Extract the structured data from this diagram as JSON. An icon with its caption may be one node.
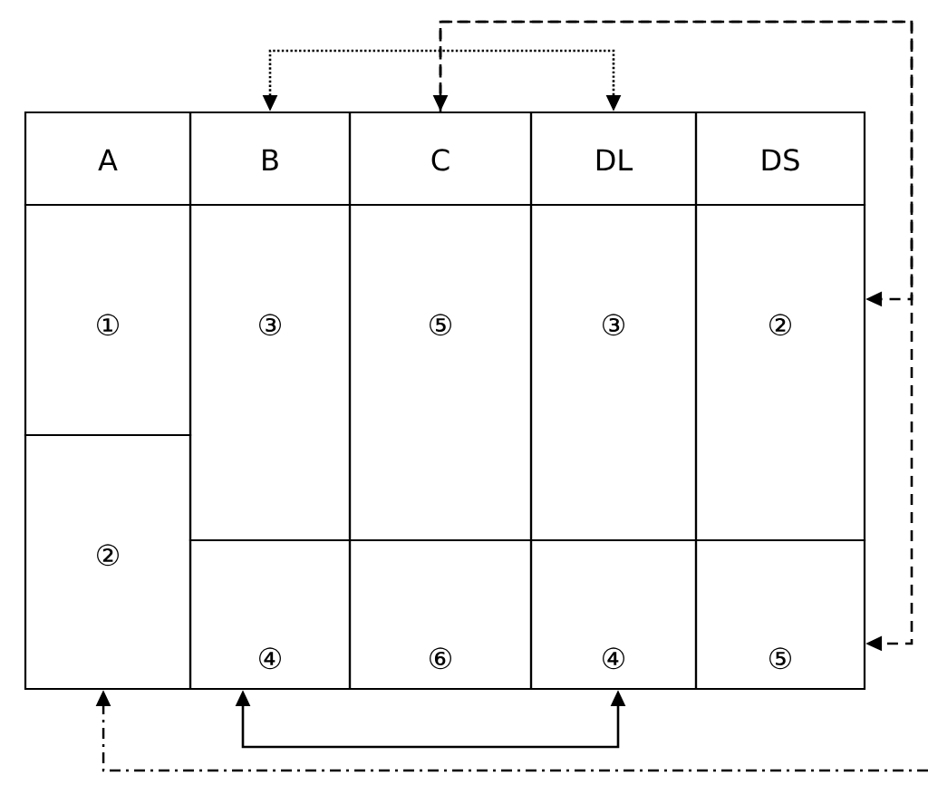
{
  "diagram": {
    "nodes": [
      {
        "text": [
          "A"
        ]
      },
      {
        "text": [
          "B"
        ]
      },
      {
        "text": [
          "C"
        ]
      },
      {
        "text": [
          "DL"
        ]
      },
      {
        "text": [
          "DS"
        ]
      },
      {
        "text": [
          "①"
        ]
      },
      {
        "text": [
          "③"
        ]
      },
      {
        "text": [
          "⑤"
        ]
      },
      {
        "text": [
          "③"
        ]
      },
      {
        "text": [
          "②"
        ]
      },
      {
        "text": [
          "②"
        ]
      },
      {
        "text": [
          "④"
        ]
      },
      {
        "text": [
          "⑥"
        ]
      },
      {
        "text": [
          "④"
        ]
      },
      {
        "text": [
          "⑤"
        ]
      }
    ],
    "edges": [
      {
        "from": 1,
        "to": 3,
        "arrow": "both",
        "style": "dashed"
      },
      {
        "from": 2,
        "to": 9,
        "arrow": "both",
        "style": "dashed"
      },
      {
        "from": 2,
        "to": 14,
        "arrow": "to",
        "style": "dashed"
      },
      {
        "from": 11,
        "to": 13,
        "arrow": "both"
      },
      {
        "from": null,
        "to": 10,
        "arrow": "to",
        "style": "dashed"
      }
    ]
  }
}
